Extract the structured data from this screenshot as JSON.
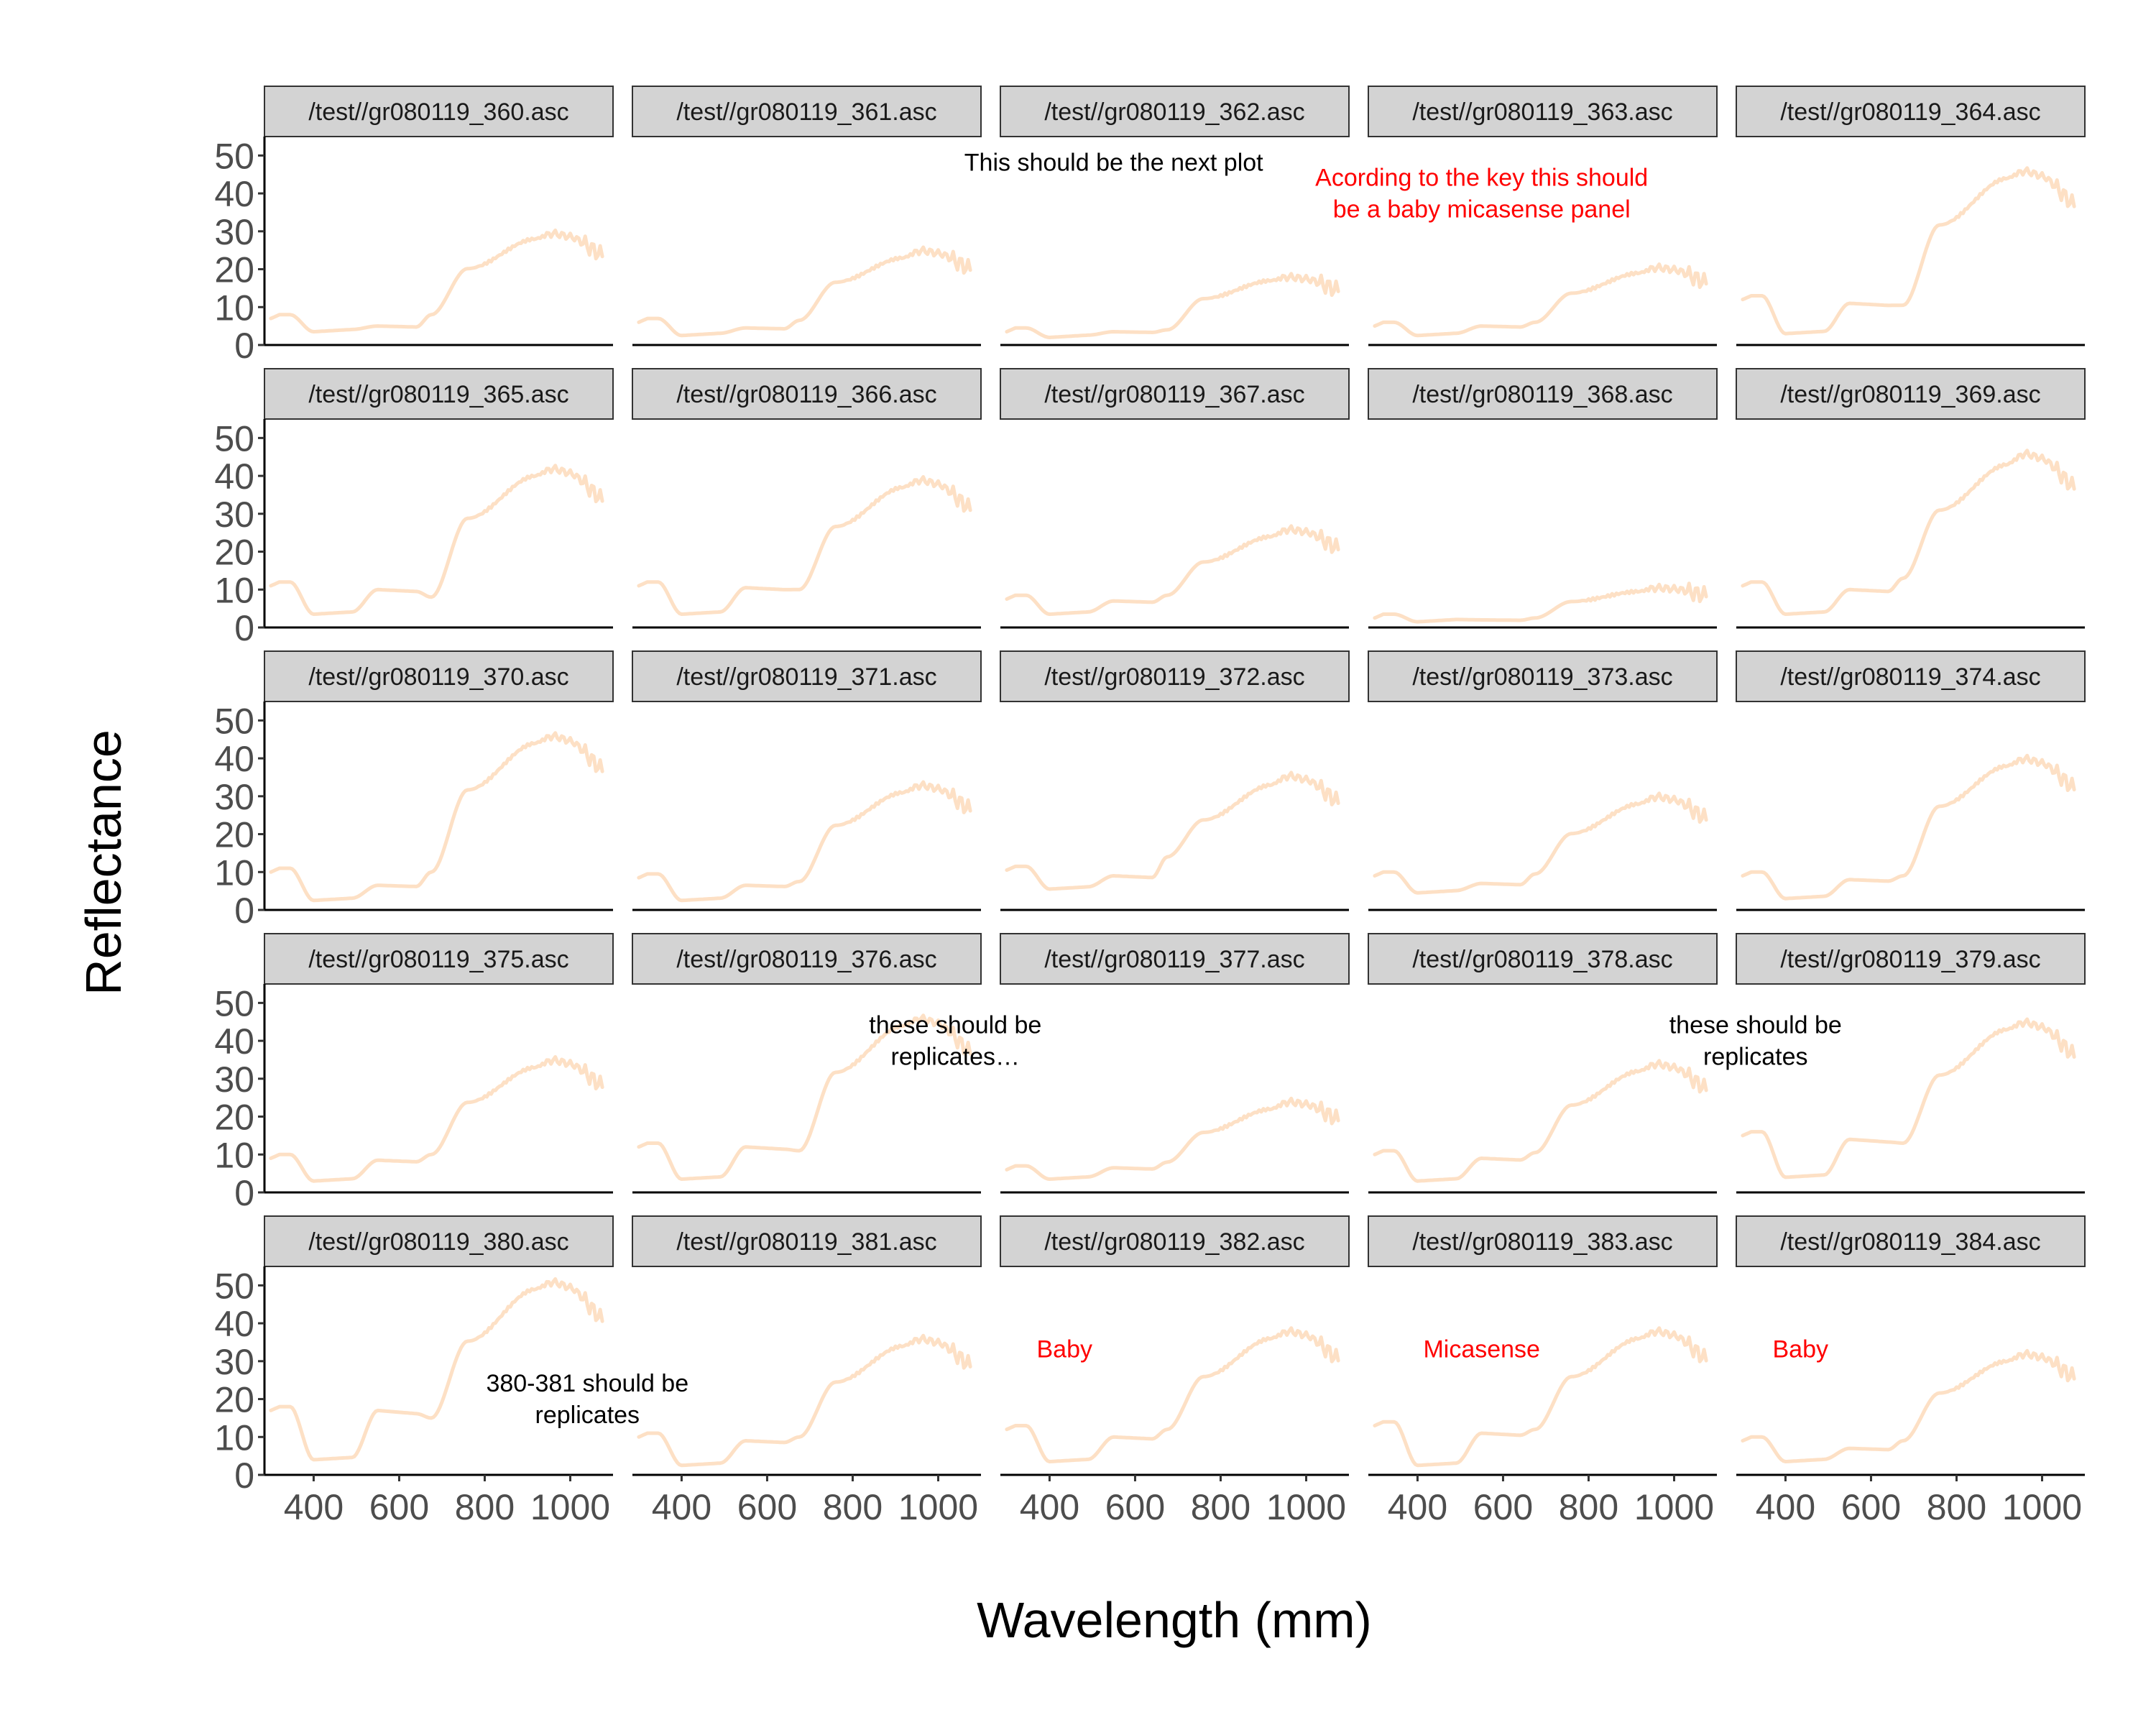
{
  "chart_data": {
    "type": "line",
    "layout": "facet-wrap 5x5",
    "xlabel": "Wavelength (mm)",
    "ylabel": "Reflectance",
    "xlim": [
      285,
      1100
    ],
    "ylim": [
      0,
      55
    ],
    "x_ticks": [
      400,
      600,
      800,
      1000
    ],
    "y_ticks": [
      0,
      10,
      20,
      30,
      40,
      50
    ],
    "grid": false,
    "legend": "none",
    "line_color": "#fde0c5",
    "strip_fill": "#d3d3d3",
    "panels": [
      {
        "label": "/test//gr080119_360.asc",
        "shape": {
          "uv": 8,
          "vis_min": 3.5,
          "green": 5,
          "red": 8,
          "plateau": 28,
          "peak": 29.5
        }
      },
      {
        "label": "/test//gr080119_361.asc",
        "shape": {
          "uv": 7,
          "vis_min": 2.5,
          "green": 4.5,
          "red": 6.5,
          "plateau": 23,
          "peak": 25
        }
      },
      {
        "label": "/test//gr080119_362.asc",
        "shape": {
          "uv": 4.5,
          "vis_min": 2,
          "green": 3.5,
          "red": 4,
          "plateau": 17,
          "peak": 18
        }
      },
      {
        "label": "/test//gr080119_363.asc",
        "shape": {
          "uv": 6,
          "vis_min": 2.5,
          "green": 5,
          "red": 6,
          "plateau": 19,
          "peak": 20.5
        }
      },
      {
        "label": "/test//gr080119_364.asc",
        "shape": {
          "uv": 13,
          "vis_min": 3,
          "green": 11,
          "red": 10.5,
          "plateau": 44,
          "peak": 46
        }
      },
      {
        "label": "/test//gr080119_365.asc",
        "shape": {
          "uv": 12,
          "vis_min": 3.5,
          "green": 10,
          "red": 8,
          "plateau": 40,
          "peak": 42
        }
      },
      {
        "label": "/test//gr080119_366.asc",
        "shape": {
          "uv": 12,
          "vis_min": 3.5,
          "green": 10.5,
          "red": 10,
          "plateau": 37,
          "peak": 39
        }
      },
      {
        "label": "/test//gr080119_367.asc",
        "shape": {
          "uv": 8.5,
          "vis_min": 3.5,
          "green": 7,
          "red": 8.5,
          "plateau": 24,
          "peak": 26
        }
      },
      {
        "label": "/test//gr080119_368.asc",
        "shape": {
          "uv": 3.5,
          "vis_min": 1.5,
          "green": 2,
          "red": 2.5,
          "plateau": 9.5,
          "peak": 10.5
        }
      },
      {
        "label": "/test//gr080119_369.asc",
        "shape": {
          "uv": 12,
          "vis_min": 3.5,
          "green": 10,
          "red": 13,
          "plateau": 43,
          "peak": 46
        }
      },
      {
        "label": "/test//gr080119_370.asc",
        "shape": {
          "uv": 11,
          "vis_min": 2.5,
          "green": 6.5,
          "red": 10,
          "plateau": 44,
          "peak": 46
        }
      },
      {
        "label": "/test//gr080119_371.asc",
        "shape": {
          "uv": 9.5,
          "vis_min": 2.5,
          "green": 6.5,
          "red": 7.5,
          "plateau": 31,
          "peak": 33
        }
      },
      {
        "label": "/test//gr080119_372.asc",
        "shape": {
          "uv": 11.5,
          "vis_min": 5.5,
          "green": 9,
          "red": 14,
          "plateau": 33,
          "peak": 35.5
        }
      },
      {
        "label": "/test//gr080119_373.asc",
        "shape": {
          "uv": 10,
          "vis_min": 4.5,
          "green": 7,
          "red": 9.5,
          "plateau": 28,
          "peak": 30
        }
      },
      {
        "label": "/test//gr080119_374.asc",
        "shape": {
          "uv": 10,
          "vis_min": 3,
          "green": 8,
          "red": 9,
          "plateau": 38,
          "peak": 40
        }
      },
      {
        "label": "/test//gr080119_375.asc",
        "shape": {
          "uv": 10,
          "vis_min": 3,
          "green": 8.5,
          "red": 10,
          "plateau": 33,
          "peak": 35
        }
      },
      {
        "label": "/test//gr080119_376.asc",
        "shape": {
          "uv": 13,
          "vis_min": 3.5,
          "green": 12,
          "red": 11,
          "plateau": 44,
          "peak": 46
        }
      },
      {
        "label": "/test//gr080119_377.asc",
        "shape": {
          "uv": 7,
          "vis_min": 3.5,
          "green": 6.5,
          "red": 8,
          "plateau": 22,
          "peak": 24
        }
      },
      {
        "label": "/test//gr080119_378.asc",
        "shape": {
          "uv": 11,
          "vis_min": 3,
          "green": 9,
          "red": 10.5,
          "plateau": 32,
          "peak": 34
        }
      },
      {
        "label": "/test//gr080119_379.asc",
        "shape": {
          "uv": 16,
          "vis_min": 4,
          "green": 14,
          "red": 13,
          "plateau": 43,
          "peak": 45
        }
      },
      {
        "label": "/test//gr080119_380.asc",
        "shape": {
          "uv": 18,
          "vis_min": 4,
          "green": 17,
          "red": 15,
          "plateau": 49,
          "peak": 51
        }
      },
      {
        "label": "/test//gr080119_381.asc",
        "shape": {
          "uv": 11,
          "vis_min": 2.5,
          "green": 9,
          "red": 10,
          "plateau": 34,
          "peak": 36
        }
      },
      {
        "label": "/test//gr080119_382.asc",
        "shape": {
          "uv": 13,
          "vis_min": 3.5,
          "green": 10,
          "red": 12,
          "plateau": 36,
          "peak": 38
        }
      },
      {
        "label": "/test//gr080119_383.asc",
        "shape": {
          "uv": 14,
          "vis_min": 2.5,
          "green": 11,
          "red": 12,
          "plateau": 36,
          "peak": 38
        }
      },
      {
        "label": "/test//gr080119_384.asc",
        "shape": {
          "uv": 10,
          "vis_min": 3.5,
          "green": 7,
          "red": 9,
          "plateau": 30,
          "peak": 32
        }
      }
    ],
    "annotations": [
      {
        "panel": 2,
        "lines": [
          "This should be the next plot"
        ],
        "color": "#000000",
        "x": 550,
        "y": 46
      },
      {
        "panel": 3,
        "lines": [
          "Acording to the key this should",
          "be a baby micasense panel"
        ],
        "color": "#ff0000",
        "x": 550,
        "y": 42
      },
      {
        "panel": 16,
        "lines": [
          "these should be",
          "replicates…"
        ],
        "color": "#000000",
        "x": 1040,
        "y": 42
      },
      {
        "panel": 19,
        "lines": [
          "these should be",
          "replicates"
        ],
        "color": "#000000",
        "x": 330,
        "y": 42
      },
      {
        "panel": 20,
        "lines": [
          "380-381 should be",
          "replicates"
        ],
        "color": "#000000",
        "x": 1040,
        "y": 22
      },
      {
        "panel": 22,
        "lines": [
          "Baby"
        ],
        "color": "#ff0000",
        "x": 435,
        "y": 31
      },
      {
        "panel": 23,
        "lines": [
          "Micasense"
        ],
        "color": "#ff0000",
        "x": 550,
        "y": 31
      },
      {
        "panel": 24,
        "lines": [
          "Baby"
        ],
        "color": "#ff0000",
        "x": 435,
        "y": 31
      }
    ]
  }
}
